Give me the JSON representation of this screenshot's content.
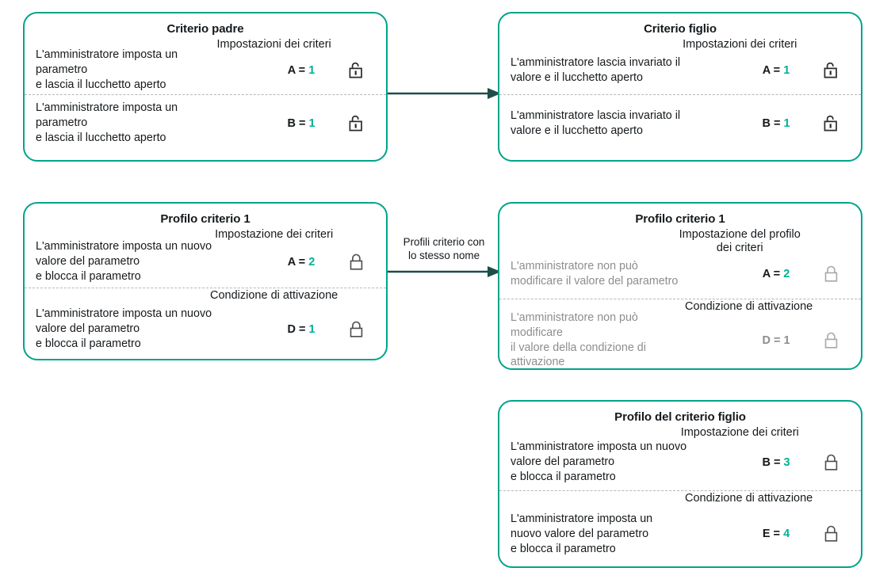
{
  "colors": {
    "box_border": "#00a38c",
    "arrow": "#1e4e48",
    "value_accent": "#00b093",
    "muted_text": "#8d8d8d",
    "text": "#15191c",
    "divider": "#b6b6b6"
  },
  "boxes": {
    "parent_criterion": {
      "title": "Criterio padre",
      "sections": [
        {
          "heading": "Impostazioni dei criteri",
          "description": "L'amministratore imposta un\nparametro\n e lascia il lucchetto aperto",
          "key": "A =",
          "value": "1",
          "value_colored": false,
          "lock": "lock-open-icon",
          "muted": false
        },
        {
          "heading": "",
          "description": "L'amministratore imposta un\nparametro\n e lascia il lucchetto aperto",
          "key": "B =",
          "value": "1",
          "value_colored": true,
          "lock": "lock-open-icon",
          "muted": false
        }
      ]
    },
    "child_criterion": {
      "title": "Criterio figlio",
      "sections": [
        {
          "heading": "Impostazioni dei criteri",
          "description": "L'amministratore lascia invariato il\nvalore e il lucchetto aperto",
          "key": "A =",
          "value": "1",
          "value_colored": false,
          "lock": "lock-open-icon",
          "muted": false
        },
        {
          "heading": "",
          "description": "L'amministratore lascia invariato il\nvalore e il lucchetto aperto",
          "key": "B =",
          "value": "1",
          "value_colored": true,
          "lock": "lock-open-icon",
          "muted": false
        }
      ]
    },
    "criterion_profile_1_left": {
      "title": "Profilo criterio 1",
      "sections": [
        {
          "heading": "Impostazione dei criteri",
          "description": "L'amministratore imposta un nuovo\nvalore del parametro\n e blocca il parametro",
          "key": "A =",
          "value": "2",
          "value_colored": true,
          "lock": "lock-closed-icon",
          "muted": false
        },
        {
          "heading": "Condizione di attivazione",
          "description": "L'amministratore imposta un nuovo\nvalore del parametro\n e blocca il parametro",
          "key": "D =",
          "value": "1",
          "value_colored": false,
          "lock": "lock-closed-icon",
          "muted": false
        }
      ]
    },
    "criterion_profile_1_right": {
      "title": "Profilo criterio 1",
      "sections": [
        {
          "heading": "Impostazione del profilo\ndei criteri",
          "description": "L'amministratore non può\nmodificare il valore del parametro",
          "key": "A =",
          "value": "2",
          "value_colored": true,
          "lock": "lock-closed-icon",
          "muted": true
        },
        {
          "heading": "Condizione di attivazione",
          "description": "L'amministratore non può\nmodificare\n il valore della condizione di\nattivazione",
          "key": "D =",
          "value": "1",
          "value_colored": false,
          "lock": "lock-closed-icon",
          "muted": true
        }
      ]
    },
    "child_criterion_profile": {
      "title": "Profilo del criterio figlio",
      "sections": [
        {
          "heading": "Impostazione dei criteri",
          "description": "L'amministratore imposta un nuovo\nvalore del parametro\n e blocca il parametro",
          "key": "B =",
          "value": "3",
          "value_colored": true,
          "lock": "lock-closed-icon",
          "muted": false
        },
        {
          "heading": "Condizione di attivazione",
          "description": "L'amministratore imposta un\nnuovo valore del parametro\n e blocca il parametro",
          "key": "E =",
          "value": "4",
          "value_colored": true,
          "lock": "lock-closed-icon",
          "muted": false
        }
      ]
    }
  },
  "arrows": {
    "top": {
      "label": ""
    },
    "middle": {
      "label": "Profili criterio con\nlo stesso nome"
    }
  }
}
